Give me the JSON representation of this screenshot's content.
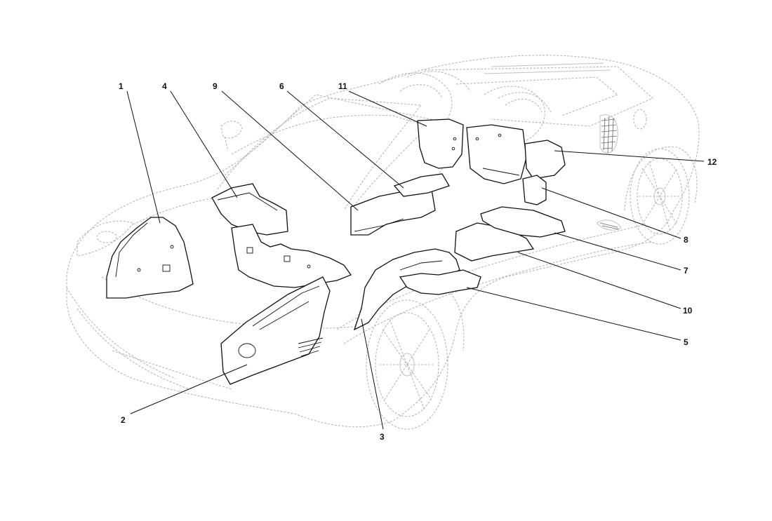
{
  "callouts": [
    {
      "id": "1",
      "label": "1"
    },
    {
      "id": "2",
      "label": "2"
    },
    {
      "id": "3",
      "label": "3"
    },
    {
      "id": "4",
      "label": "4"
    },
    {
      "id": "5",
      "label": "5"
    },
    {
      "id": "6",
      "label": "6"
    },
    {
      "id": "7",
      "label": "7"
    },
    {
      "id": "8",
      "label": "8"
    },
    {
      "id": "9",
      "label": "9"
    },
    {
      "id": "10",
      "label": "10"
    },
    {
      "id": "11",
      "label": "11"
    },
    {
      "id": "12",
      "label": "12"
    }
  ],
  "colors": {
    "background": "#ffffff",
    "car_outline": "#b8b8b8",
    "part_outline": "#111111"
  }
}
